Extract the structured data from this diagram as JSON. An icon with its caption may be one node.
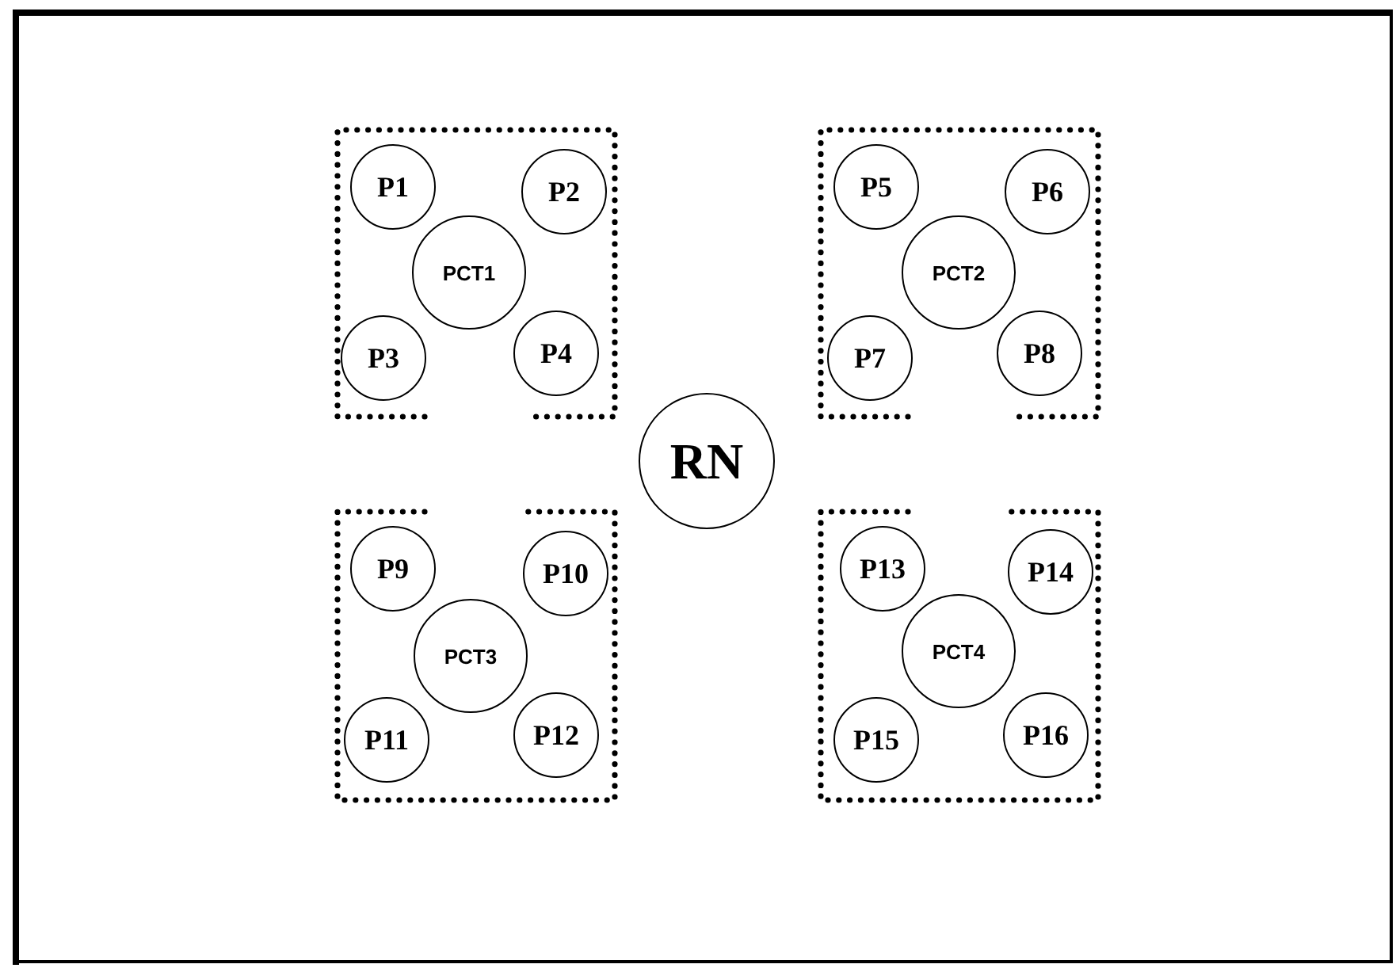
{
  "diagram": {
    "nodes": [
      {
        "text": [],
        "shape": "box"
      },
      {
        "text": [
          "P1"
        ],
        "in": 0
      },
      {
        "text": [
          "P2"
        ],
        "in": 0
      },
      {
        "text": [
          "PCT1"
        ],
        "in": 0
      },
      {
        "text": [
          "P3"
        ],
        "in": 0
      },
      {
        "text": [
          "P4"
        ],
        "in": 0
      },
      {
        "text": [],
        "shape": "box"
      },
      {
        "text": [
          "P5"
        ],
        "in": 6
      },
      {
        "text": [
          "P6"
        ],
        "in": 6
      },
      {
        "text": [
          "PCT2"
        ],
        "in": 6
      },
      {
        "text": [
          "P7"
        ],
        "in": 6
      },
      {
        "text": [
          "P8"
        ],
        "in": 6
      },
      {
        "text": [
          "RN"
        ]
      },
      {
        "text": [],
        "shape": "box"
      },
      {
        "text": [
          "P9"
        ],
        "in": 13
      },
      {
        "text": [
          "P10"
        ],
        "in": 13
      },
      {
        "text": [
          "PCT3"
        ],
        "in": 13
      },
      {
        "text": [
          "P11"
        ],
        "in": 13
      },
      {
        "text": [
          "P12"
        ],
        "in": 13
      },
      {
        "text": [],
        "shape": "box"
      },
      {
        "text": [
          "P13"
        ],
        "in": 19
      },
      {
        "text": [
          "P14"
        ],
        "in": 19
      },
      {
        "text": [
          "PCT4"
        ],
        "in": 19
      },
      {
        "text": [
          "P15"
        ],
        "in": 19
      },
      {
        "text": [
          "P16"
        ],
        "in": 19
      }
    ]
  }
}
